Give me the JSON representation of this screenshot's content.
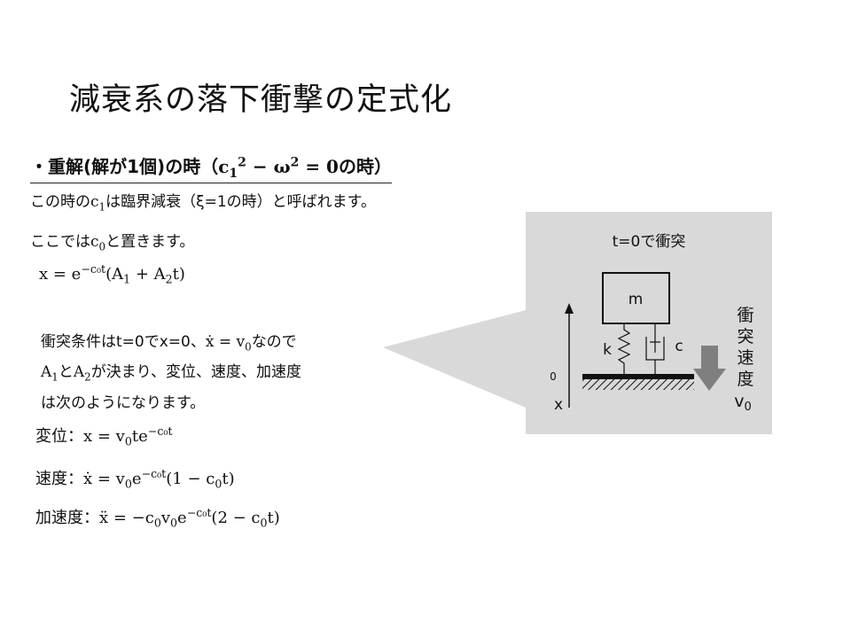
{
  "title": "減衰系の落下衝撃の定式化",
  "heading": {
    "prefix": "・重解(解が1個)の時（",
    "c": "c",
    "c_sub": "1",
    "c_sup": "2",
    "mid": " − ω",
    "w_sup": "2",
    "eq_tail": " = 0",
    "suffix": "の時）"
  },
  "line1": {
    "before": "この時の",
    "var": "c",
    "var_sub": "1",
    "after": "は臨界減衰（ξ=1の時）と呼ばれます。"
  },
  "line2": {
    "before": "ここでは",
    "var": "c",
    "var_sub": "0",
    "after": "と置きます。"
  },
  "eq_main": {
    "lhs": "x = e",
    "exp": "−c₀t",
    "paren_open": "(A",
    "a1_sub": "1",
    "plus": " + A",
    "a2_sub": "2",
    "close": "t)"
  },
  "callout": {
    "l1_a": "衝突条件はt=0でx=0、",
    "l1_m": "ẋ = v",
    "l1_sub": "0",
    "l1_b": "なので",
    "l2_A": "A",
    "l2_sub1": "1",
    "l2_to": "と",
    "l2_A2": "A",
    "l2_sub2": "2",
    "l2_b": "が決まり、変位、速度、加速度",
    "l3": "は次のようになります。"
  },
  "eq_disp": {
    "label": "変位：",
    "m1": "x = v",
    "sub0": "0",
    "m2": "te",
    "exp": "−c₀t"
  },
  "eq_vel": {
    "label": "速度：",
    "m1": "ẋ = v",
    "sub0": "0",
    "m2": "e",
    "exp": "−c₀t",
    "m3": "(1 − c",
    "sub1": "0",
    "m4": "t)"
  },
  "eq_acc": {
    "label": "加速度：",
    "m1": "ẍ = −c",
    "sub0": "0",
    "m2": "v",
    "sub1": "0",
    "m3": "e",
    "exp": "−c₀t",
    "m4": "(2 − c",
    "sub2": "0",
    "m5": "t)"
  },
  "diagram": {
    "caption": "t=0で衝突",
    "mass": "m",
    "spring": "k",
    "damper": "c",
    "zero": "0",
    "x_axis": "x",
    "impact_chars": [
      "衝",
      "突",
      "速",
      "度"
    ],
    "impact_v": "v",
    "impact_v_sub": "0",
    "colors": {
      "panel": "#d9d9d9",
      "arrow": "#7f7f7f",
      "floor": "#111111"
    }
  }
}
